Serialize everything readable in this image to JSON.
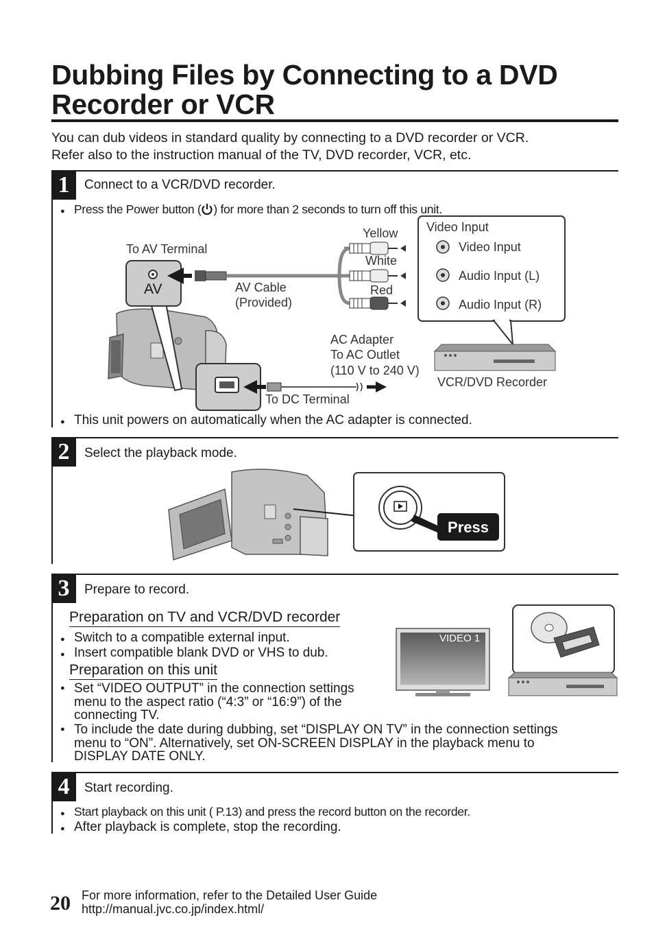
{
  "title": "Dubbing Files by Connecting to a DVD Recorder or VCR",
  "intro": [
    "You can dub videos in standard quality by connecting to a DVD recorder or VCR.",
    "Refer also to the instruction manual of the TV, DVD recorder, VCR, etc."
  ],
  "step1": {
    "number": "1",
    "title": "Connect to a VCR/DVD recorder.",
    "note_before": "Press the Power button (",
    "note_after": ") for more than 2 seconds to turn off this unit.",
    "diagram": {
      "to_av_terminal": "To AV Terminal",
      "av_label": "AV",
      "av_cable": "AV Cable",
      "provided": "(Provided)",
      "yellow": "Yellow",
      "white": "White",
      "red": "Red",
      "video_input_title": "Video Input",
      "video_input": "Video Input",
      "audio_l": "Audio Input (L)",
      "audio_r": "Audio Input (R)",
      "ac_adapter": "AC Adapter",
      "to_ac_outlet": "To AC Outlet",
      "voltage": "(110 V to 240 V)",
      "recorder": "VCR/DVD Recorder",
      "to_dc_terminal": "To DC Terminal"
    },
    "note_bottom": "This unit powers on automatically when the AC adapter is connected."
  },
  "step2": {
    "number": "2",
    "title": "Select the playback mode.",
    "press_label": "Press"
  },
  "step3": {
    "number": "3",
    "title": "Prepare to record.",
    "sub1": "Preparation on TV and VCR/DVD recorder",
    "sub1_bullets": [
      "Switch to a compatible external input.",
      "Insert compatible blank DVD or VHS to dub."
    ],
    "sub2": "Preparation on this unit",
    "sub2_bullet1": [
      "Set “VIDEO OUTPUT” in the connection settings",
      "menu to the aspect ratio (“4:3” or “16:9”) of the",
      "connecting TV."
    ],
    "sub2_bullet2": [
      "To include the date during dubbing, set “DISPLAY ON TV” in the connection settings",
      "menu to “ON”. Alternatively, set ON-SCREEN DISPLAY in the playback menu to",
      "DISPLAY DATE ONLY."
    ],
    "tv_screen_text": "VIDEO 1"
  },
  "step4": {
    "number": "4",
    "title": "Start recording.",
    "bullets": [
      "Start playback on this unit ( P.13) and press the record button on the recorder.",
      "After playback is complete, stop the recording."
    ]
  },
  "bullet_char": "●",
  "footer": {
    "page": "20",
    "line1": "For more information, refer to the Detailed User Guide",
    "line2": "http://manual.jvc.co.jp/index.html/"
  }
}
